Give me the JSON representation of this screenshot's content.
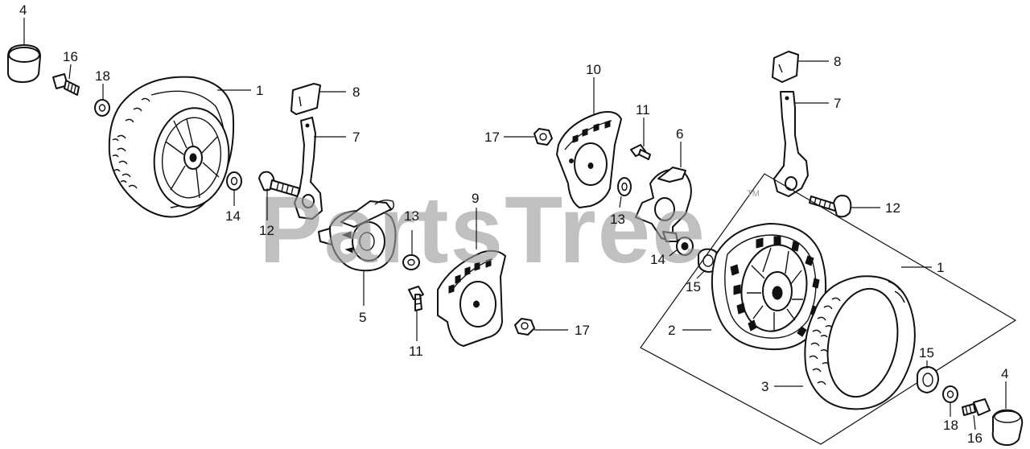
{
  "watermark": {
    "text": "PartsTree",
    "trademark": "TM"
  },
  "callouts": [
    {
      "id": "c4a",
      "label": "4"
    },
    {
      "id": "c16a",
      "label": "16"
    },
    {
      "id": "c18a",
      "label": "18"
    },
    {
      "id": "c1a",
      "label": "1"
    },
    {
      "id": "c14a",
      "label": "14"
    },
    {
      "id": "c12a",
      "label": "12"
    },
    {
      "id": "c8a",
      "label": "8"
    },
    {
      "id": "c7a",
      "label": "7"
    },
    {
      "id": "c13a",
      "label": "13"
    },
    {
      "id": "c5",
      "label": "5"
    },
    {
      "id": "c9",
      "label": "9"
    },
    {
      "id": "c11a",
      "label": "11"
    },
    {
      "id": "c17a",
      "label": "17"
    },
    {
      "id": "c10",
      "label": "10"
    },
    {
      "id": "c17b",
      "label": "17"
    },
    {
      "id": "c11b",
      "label": "11"
    },
    {
      "id": "c13b",
      "label": "13"
    },
    {
      "id": "c6",
      "label": "6"
    },
    {
      "id": "c14b",
      "label": "14"
    },
    {
      "id": "c8b",
      "label": "8"
    },
    {
      "id": "c7b",
      "label": "7"
    },
    {
      "id": "c12b",
      "label": "12"
    },
    {
      "id": "c1b",
      "label": "1"
    },
    {
      "id": "c15a",
      "label": "15"
    },
    {
      "id": "c2",
      "label": "2"
    },
    {
      "id": "c15b",
      "label": "15"
    },
    {
      "id": "c3",
      "label": "3"
    },
    {
      "id": "c18b",
      "label": "18"
    },
    {
      "id": "c16b",
      "label": "16"
    },
    {
      "id": "c4b",
      "label": "4"
    }
  ]
}
